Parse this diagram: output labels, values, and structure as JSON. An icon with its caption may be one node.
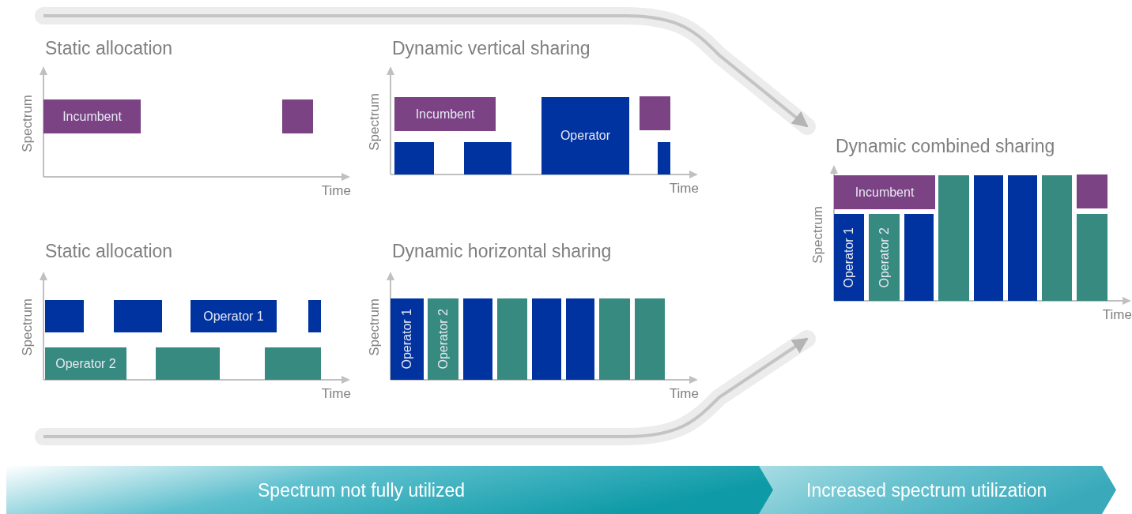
{
  "diagram": {
    "nodes": [
      {
        "text": [
          "Static allocation",
          "Spectrum",
          "Time"
        ]
      },
      {
        "text": [
          "Incumbent"
        ],
        "in": 0
      },
      {
        "text": [],
        "shape": "bar",
        "in": 0
      },
      {
        "text": [
          "Dynamic vertical sharing",
          "Spectrum",
          "Time"
        ]
      },
      {
        "text": [
          "Incumbent"
        ],
        "in": 3
      },
      {
        "text": [],
        "shape": "bar",
        "in": 3
      },
      {
        "text": [],
        "shape": "bar",
        "in": 3
      },
      {
        "text": [
          "Operator"
        ],
        "in": 3
      },
      {
        "text": [],
        "shape": "bar",
        "in": 3
      },
      {
        "text": [],
        "shape": "bar",
        "in": 3
      },
      {
        "text": [
          "Static allocation",
          "Spectrum",
          "Time"
        ]
      },
      {
        "text": [],
        "shape": "bar",
        "in": 10
      },
      {
        "text": [],
        "shape": "bar",
        "in": 10
      },
      {
        "text": [
          "Operator 1"
        ],
        "in": 10
      },
      {
        "text": [],
        "shape": "bar",
        "in": 10
      },
      {
        "text": [
          "Operator 2"
        ],
        "in": 10
      },
      {
        "text": [],
        "shape": "bar",
        "in": 10
      },
      {
        "text": [],
        "shape": "bar",
        "in": 10
      },
      {
        "text": [
          "Dynamic horizontal sharing",
          "Spectrum",
          "Time"
        ]
      },
      {
        "text": [
          "Operator 1"
        ],
        "in": 18
      },
      {
        "text": [
          "Operator 2"
        ],
        "in": 18
      },
      {
        "text": [],
        "shape": "bar",
        "in": 18
      },
      {
        "text": [],
        "shape": "bar",
        "in": 18
      },
      {
        "text": [],
        "shape": "bar",
        "in": 18
      },
      {
        "text": [],
        "shape": "bar",
        "in": 18
      },
      {
        "text": [],
        "shape": "bar",
        "in": 18
      },
      {
        "text": [],
        "shape": "bar",
        "in": 18
      },
      {
        "text": [
          "Dynamic combined sharing",
          "Spectrum",
          "Time"
        ]
      },
      {
        "text": [
          "Incumbent"
        ],
        "in": 27
      },
      {
        "text": [],
        "shape": "bar",
        "in": 27
      },
      {
        "text": [],
        "shape": "bar",
        "in": 27
      },
      {
        "text": [],
        "shape": "bar",
        "in": 27
      },
      {
        "text": [],
        "shape": "bar",
        "in": 27
      },
      {
        "text": [],
        "shape": "bar",
        "in": 27
      },
      {
        "text": [
          "Operator 1"
        ],
        "in": 27
      },
      {
        "text": [
          "Operator 2"
        ],
        "in": 27
      },
      {
        "text": [],
        "shape": "bar",
        "in": 27
      },
      {
        "text": [],
        "shape": "bar",
        "in": 27
      },
      {
        "text": [
          "Spectrum not fully utilized"
        ]
      },
      {
        "text": [
          "Increased spectrum utilization"
        ]
      }
    ],
    "edges": [
      {
        "from": null,
        "to": 27,
        "arrow": "to"
      },
      {
        "from": null,
        "to": 27,
        "arrow": "to"
      }
    ]
  }
}
